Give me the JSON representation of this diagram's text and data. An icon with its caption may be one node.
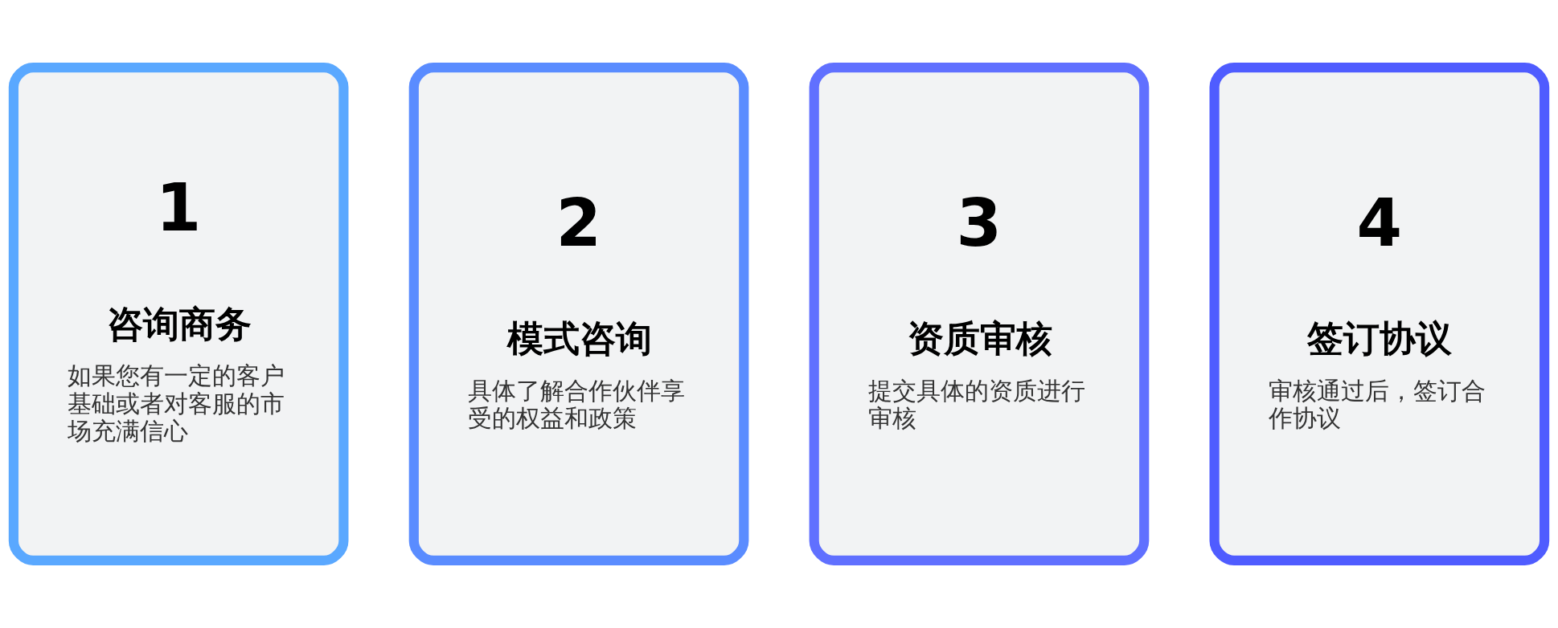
{
  "diagram": {
    "nodes": [
      {
        "text": [
          "1",
          "咨询商务",
          "如果您有一定的客户基础或者对客服的市场充满信心"
        ]
      },
      {
        "text": [
          "2",
          "模式咨询",
          "具体了解合作伙伴享受的权益和政策"
        ]
      },
      {
        "text": [
          "3",
          "资质审核",
          "提交具体的资质进行审核"
        ]
      },
      {
        "text": [
          "4",
          "签订协议",
          "审核通过后，签订合作协议"
        ]
      }
    ],
    "edges": []
  }
}
